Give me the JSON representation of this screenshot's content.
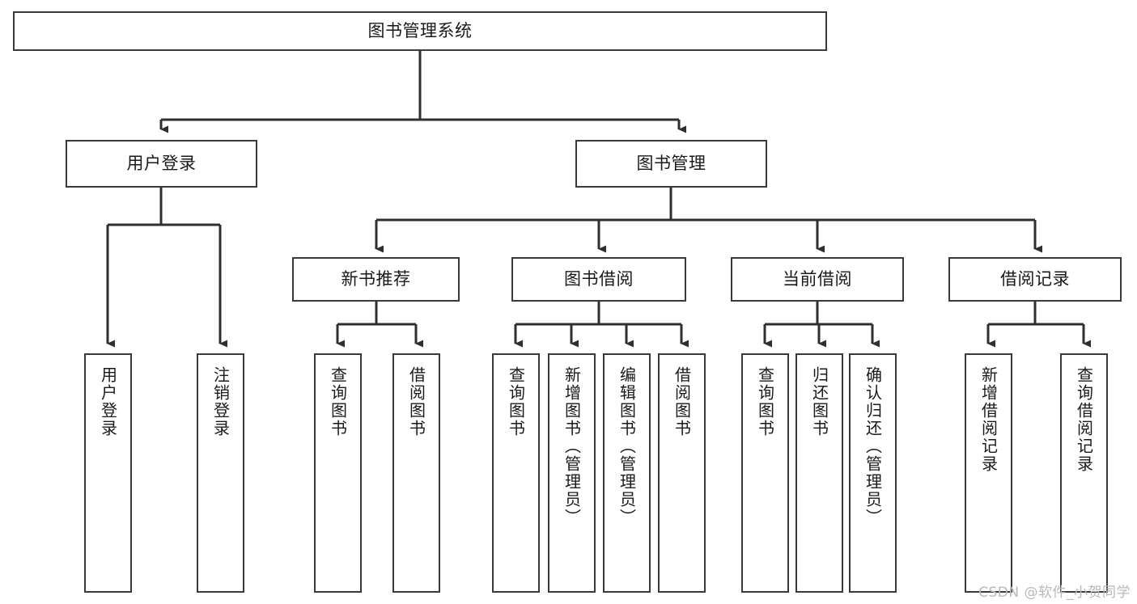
{
  "diagram": {
    "title": "图书管理系统",
    "type": "functional-structure-tree",
    "orientation": "top-down",
    "box_fill": "#ffffff",
    "box_stroke": "#3a3a3a",
    "text_color": "#1a1a1a"
  },
  "nodes": {
    "root": {
      "label": "图书管理系统"
    },
    "level1": [
      {
        "id": "user-login",
        "label": "用户登录"
      },
      {
        "id": "book-manage",
        "label": "图书管理"
      }
    ],
    "level2": [
      {
        "id": "new-book-recommend",
        "label": "新书推荐"
      },
      {
        "id": "book-borrow",
        "label": "图书借阅"
      },
      {
        "id": "current-borrow",
        "label": "当前借阅"
      },
      {
        "id": "borrow-record",
        "label": "借阅记录"
      }
    ],
    "leaves": {
      "user_login": [
        {
          "id": "leaf-user-login",
          "label": "用户登录"
        },
        {
          "id": "leaf-logout",
          "label": "注销登录"
        }
      ],
      "new_book_recommend": [
        {
          "id": "leaf-query-book-1",
          "label": "查询图书"
        },
        {
          "id": "leaf-borrow-book-1",
          "label": "借阅图书"
        }
      ],
      "book_borrow": [
        {
          "id": "leaf-query-book-2",
          "label": "查询图书"
        },
        {
          "id": "leaf-add-book",
          "label": "新增图书（管理员）"
        },
        {
          "id": "leaf-edit-book",
          "label": "编辑图书（管理员）"
        },
        {
          "id": "leaf-borrow-book-2",
          "label": "借阅图书"
        }
      ],
      "current_borrow": [
        {
          "id": "leaf-query-book-3",
          "label": "查询图书"
        },
        {
          "id": "leaf-return-book",
          "label": "归还图书"
        },
        {
          "id": "leaf-confirm-return",
          "label": "确认归还（管理员）"
        }
      ],
      "borrow_record": [
        {
          "id": "leaf-add-record",
          "label": "新增借阅记录"
        },
        {
          "id": "leaf-query-record",
          "label": "查询借阅记录"
        }
      ]
    }
  },
  "watermark": {
    "text": "CSDN @软件_小贺同学"
  }
}
